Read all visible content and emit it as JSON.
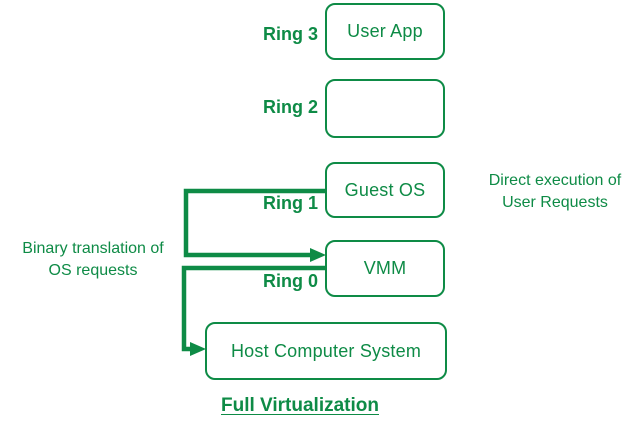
{
  "diagram": {
    "title": "Full Virtualization",
    "rings": [
      {
        "label": "Ring 3"
      },
      {
        "label": "Ring 2"
      },
      {
        "label": "Ring 1"
      },
      {
        "label": "Ring 0"
      }
    ],
    "boxes": {
      "user_app": "User App",
      "ring2_empty": "",
      "guest_os": "Guest OS",
      "vmm": "VMM",
      "host": "Host Computer System"
    },
    "annotations": {
      "binary_translation": "Binary translation of\nOS requests",
      "direct_execution": "Direct execution of\nUser Requests"
    },
    "colors": {
      "green": "#0E8B46",
      "background": "#FFFFFF"
    }
  }
}
